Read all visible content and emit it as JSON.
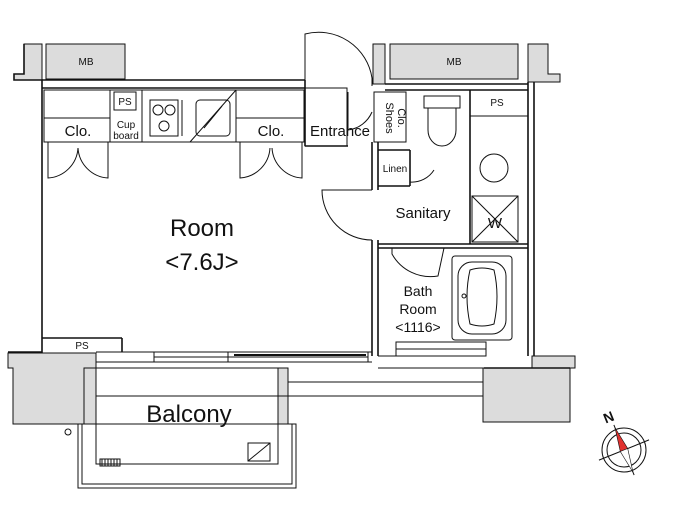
{
  "labels": {
    "mb_left": "MB",
    "mb_right": "MB",
    "ps_kitchen": "PS",
    "ps_sanitary": "PS",
    "ps_room": "PS",
    "closet_left": "Clo.",
    "closet_right": "Clo.",
    "cupboard_line1": "Cup",
    "cupboard_line2": "board",
    "entrance": "Entrance",
    "shoes_line1": "Shoes",
    "shoes_line2": "Clo.",
    "linen": "Linen",
    "sanitary": "Sanitary",
    "washer": "W",
    "room_name": "Room",
    "room_size": "<7.6J>",
    "bath_line1": "Bath",
    "bath_line2": "Room",
    "bath_size": "<1116>",
    "balcony": "Balcony",
    "compass": "N"
  },
  "colors": {
    "wall_fill": "#dcdcdc",
    "line": "#111111",
    "compass_accent": "#e0312f"
  }
}
